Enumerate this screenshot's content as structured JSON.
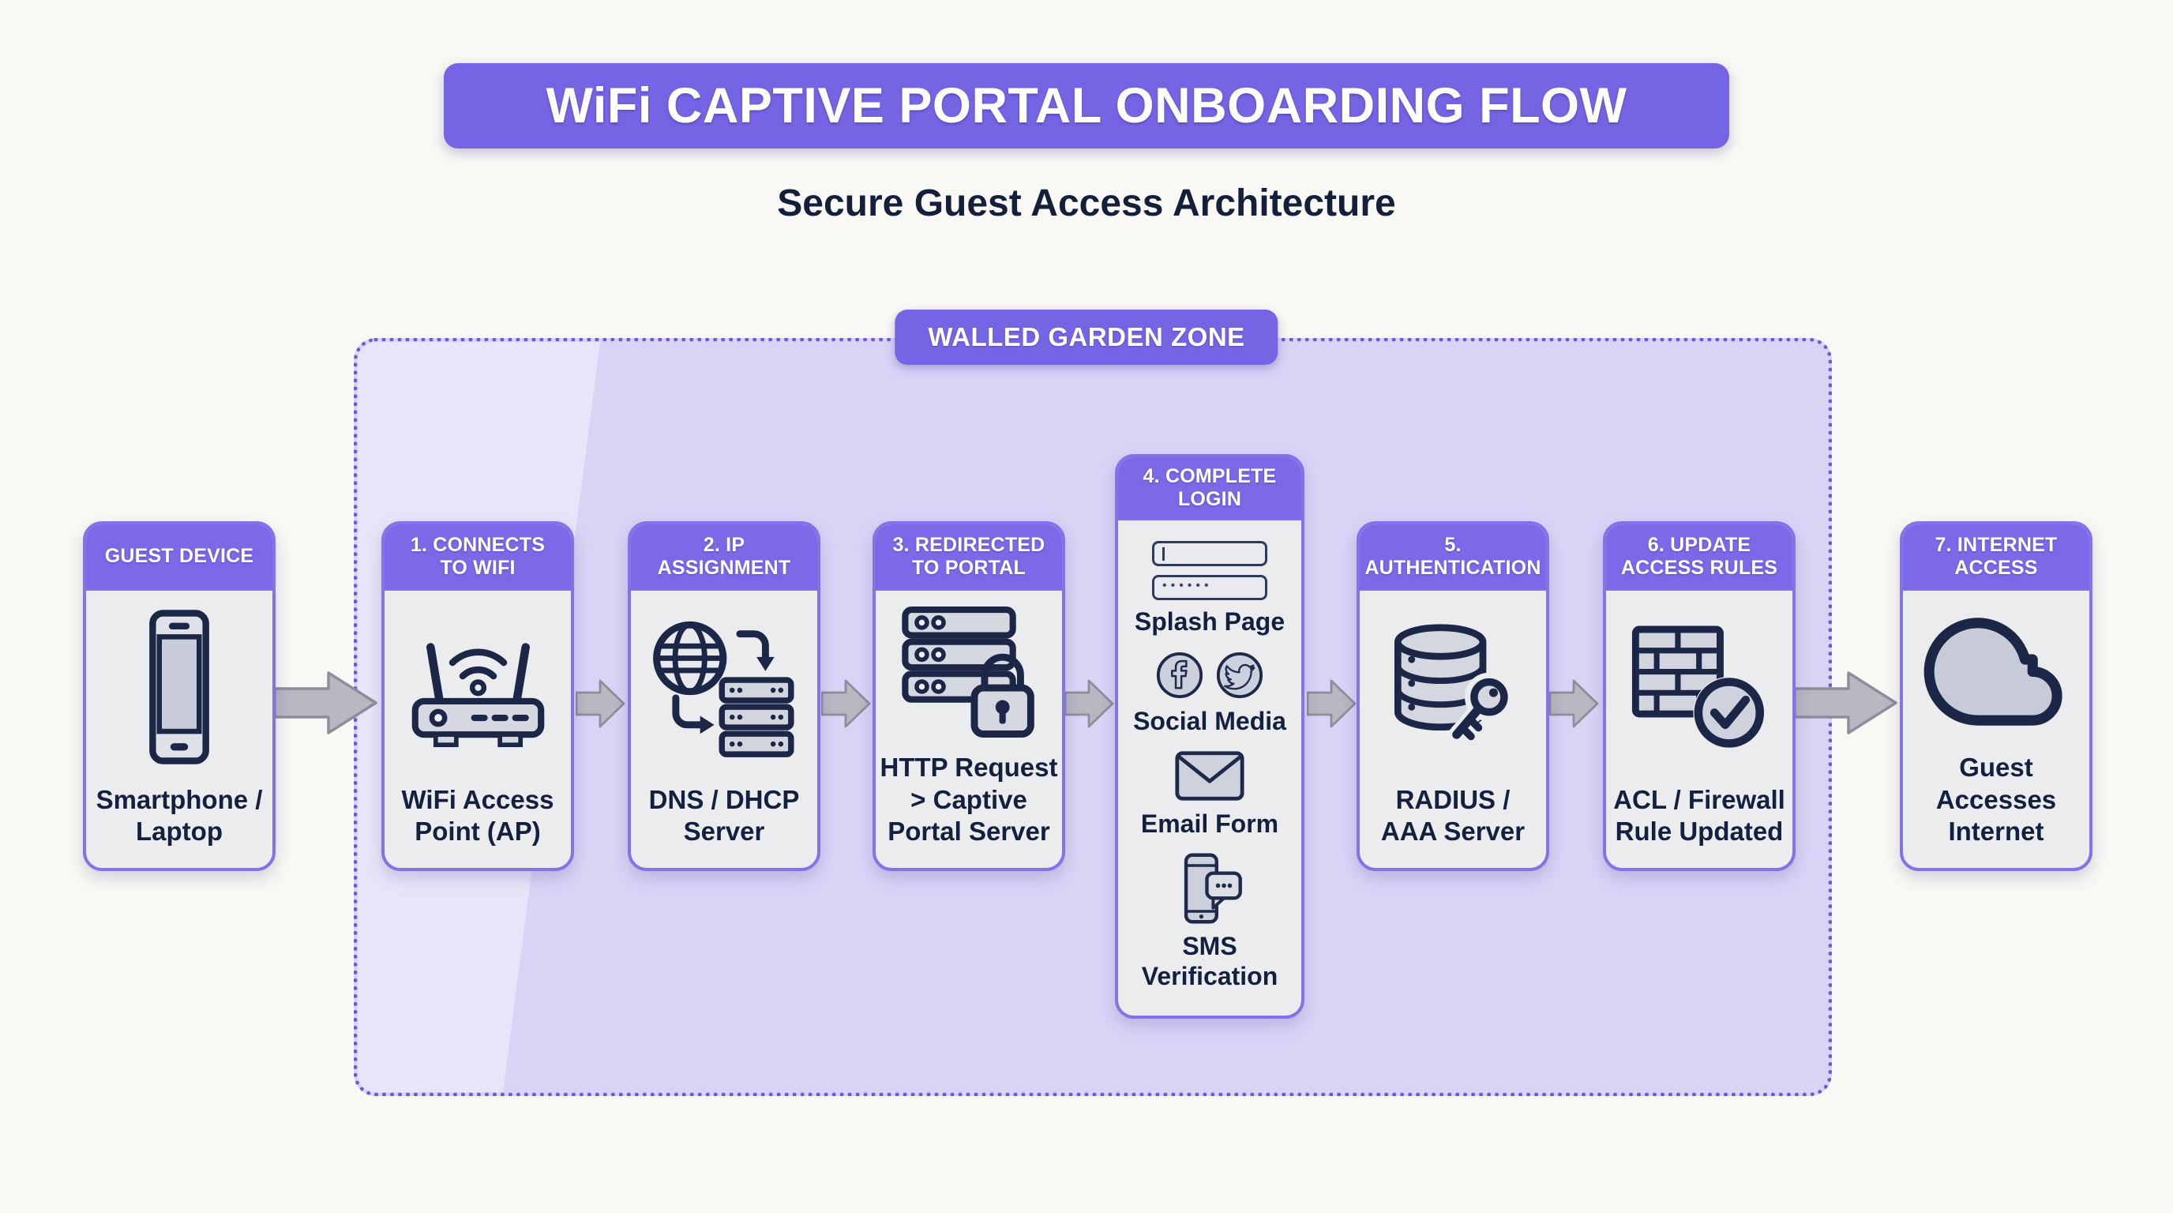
{
  "title": "WiFi CAPTIVE PORTAL ONBOARDING FLOW",
  "subtitle": "Secure Guest Access Architecture",
  "zone": {
    "label": "WALLED GARDEN ZONE"
  },
  "nodes": [
    {
      "header": "GUEST DEVICE",
      "label": "Smartphone /\nLaptop",
      "icon": "smartphone-icon"
    },
    {
      "header": "1. CONNECTS\nTO WIFI",
      "label": "WiFi Access\nPoint (AP)",
      "icon": "wifi-access-point-icon"
    },
    {
      "header": "2. IP\nASSIGNMENT",
      "label": "DNS / DHCP\nServer",
      "icon": "globe-dhcp-exchange-icon"
    },
    {
      "header": "3. REDIRECTED\nTO PORTAL",
      "label": "HTTP Request\n> Captive\nPortal Server",
      "icon": "server-lock-icon"
    },
    {
      "header": "4. COMPLETE\nLOGIN",
      "password_dots": "••••••",
      "items": [
        {
          "label": "Splash Page",
          "icon": "login-form-icon"
        },
        {
          "label": "Social Media",
          "icon": "facebook-twitter-icons"
        },
        {
          "label": "Email Form",
          "icon": "email-envelope-icon"
        },
        {
          "label": "SMS\nVerification",
          "icon": "sms-phone-chat-icon"
        }
      ]
    },
    {
      "header": "5.\nAUTHENTICATION",
      "label": "RADIUS /\nAAA Server",
      "icon": "database-key-icon"
    },
    {
      "header": "6. UPDATE\nACCESS RULES",
      "label": "ACL / Firewall\nRule Updated",
      "icon": "firewall-check-icon"
    },
    {
      "header": "7. INTERNET\nACCESS",
      "label": "Guest\nAccesses\nInternet",
      "icon": "cloud-icon"
    }
  ],
  "colors": {
    "banner_purple": "#7565e5",
    "header_purple": "#7b69e8",
    "card_border_purple": "#8373e9",
    "zone_fill": "#d9d4f6",
    "zone_fill_light": "#e8e5fa",
    "zone_border": "#6b5bd7",
    "card_body_gray": "#ebeced",
    "icon_navy": "#1c2747",
    "text_navy": "#142040",
    "arrow_fill": "#b7b8c2",
    "arrow_stroke": "#8d8e9a",
    "page_background": "#faf8f4"
  }
}
